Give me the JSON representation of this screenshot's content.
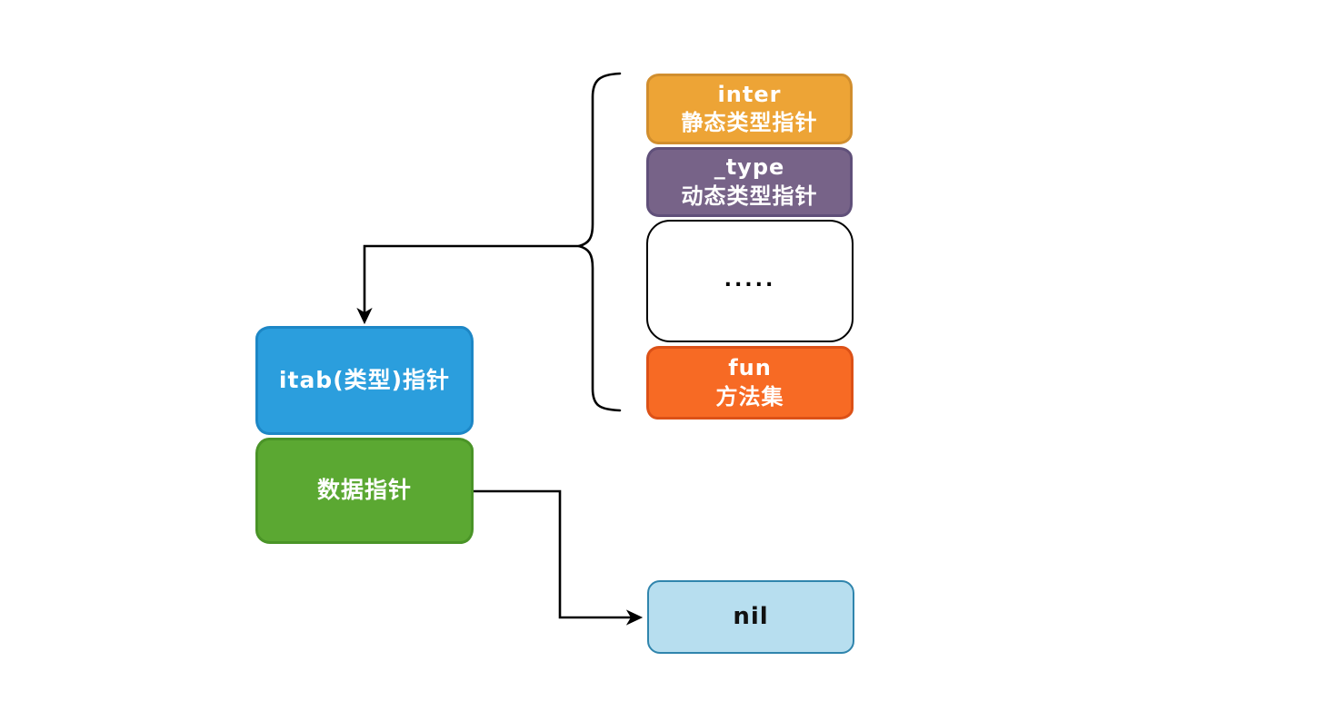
{
  "canvas": {
    "background": "#FFFFFF",
    "line_color": "#000000"
  },
  "boxes": {
    "inter": {
      "label": "inter",
      "sublabel": "静态类型指针",
      "fill": "#EDA436",
      "border": "#D18E2E",
      "text_color": "#FFFFFF"
    },
    "type": {
      "label": "_type",
      "sublabel": "动态类型指针",
      "fill": "#776388",
      "border": "#60507A",
      "text_color": "#FFFFFF"
    },
    "dots": {
      "label": ".....",
      "fill": "#FFFFFF",
      "border": "#000000",
      "text_color": "#000000"
    },
    "fun": {
      "label": "fun",
      "sublabel": "方法集",
      "fill": "#F76A24",
      "border": "#DC5117",
      "text_color": "#FFFFFF"
    },
    "itab": {
      "label": "itab(类型)指针",
      "fill": "#2B9EDD",
      "border": "#1D87C6",
      "text_color": "#FFFFFF"
    },
    "data": {
      "label": "数据指针",
      "fill": "#5BA832",
      "border": "#4A9427",
      "text_color": "#FFFFFF"
    },
    "nil": {
      "label": "nil",
      "fill": "#B7DEEF",
      "border": "#3085AD",
      "text_color": "#111111"
    }
  },
  "connections": [
    {
      "from": "brace-group(inter,_type,dots,fun)",
      "to": "itab",
      "style": "elbow-arrow"
    },
    {
      "from": "data",
      "to": "nil",
      "style": "elbow-arrow"
    }
  ]
}
